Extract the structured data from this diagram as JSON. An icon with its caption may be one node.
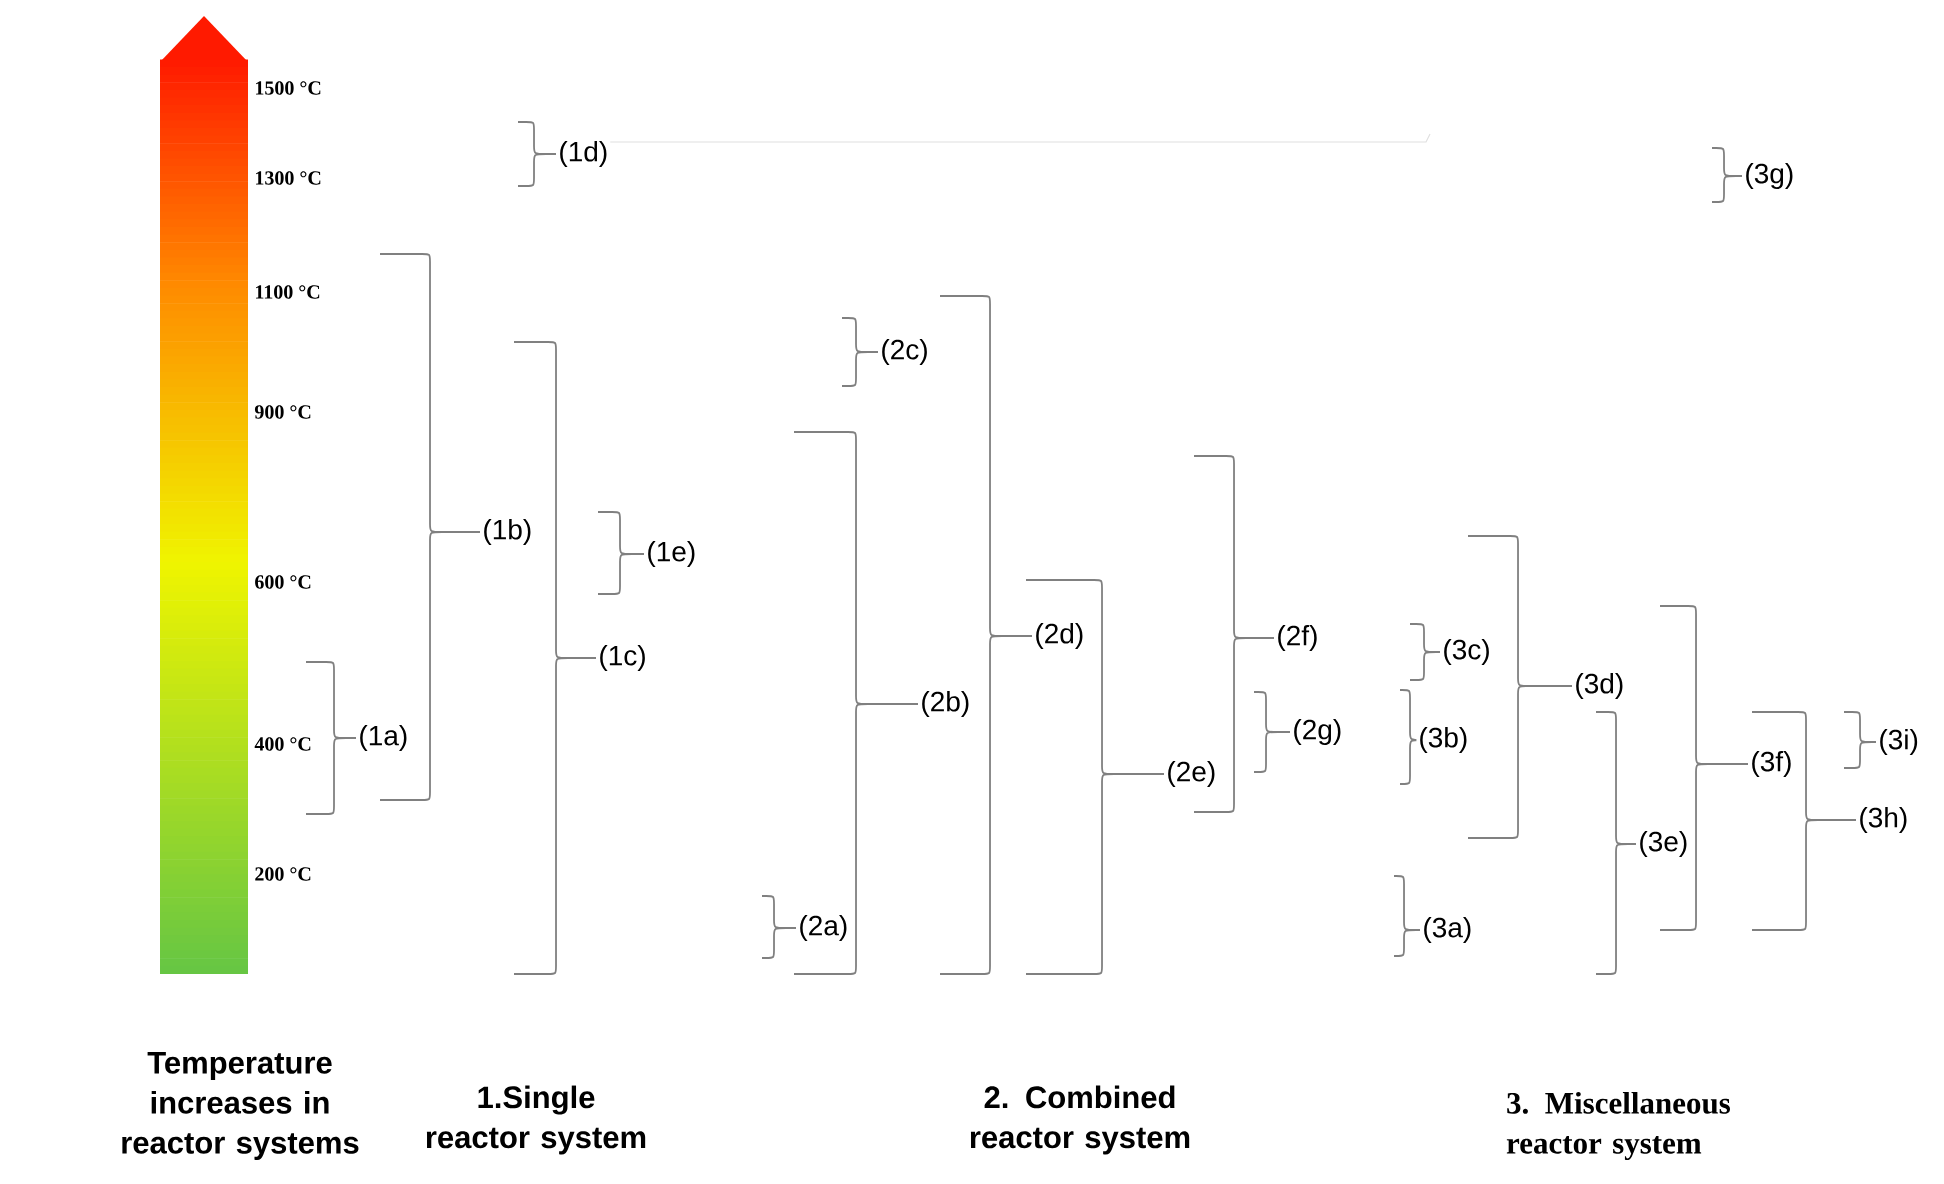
{
  "diagram": {
    "labels": [
      "1500 °C",
      "1300 °C",
      "1100 °C",
      "900 °C",
      "600 °C",
      "400 °C",
      "200 °C",
      "(1a)",
      "(1b)",
      "(1c)",
      "(1d)",
      "(1e)",
      "(2a)",
      "(2b)",
      "(2c)",
      "(2d)",
      "(2e)",
      "(2f)",
      "(2g)",
      "(3a)",
      "(3b)",
      "(3c)",
      "(3d)",
      "(3e)",
      "(3f)",
      "(3g)",
      "(3h)",
      "(3i)",
      "Temperature increases in reactor systems",
      "1.Single reactor system",
      "2. Combined reactor system",
      "3. Miscellaneous reactor system"
    ]
  }
}
